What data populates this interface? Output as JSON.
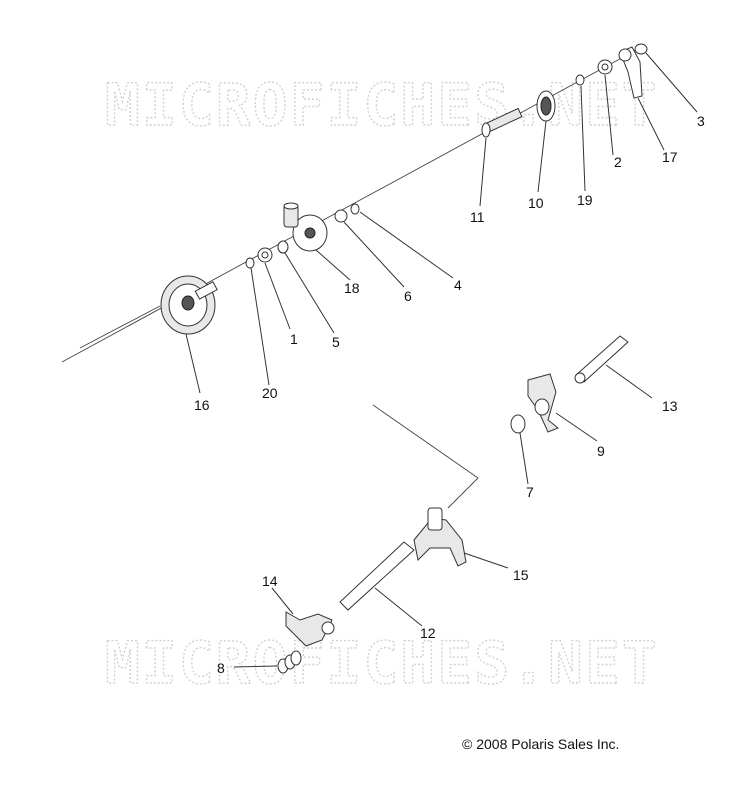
{
  "watermark": "MICROFICHES.NET",
  "copyright": "© 2008 Polaris Sales Inc.",
  "callouts": [
    "1",
    "2",
    "3",
    "4",
    "5",
    "6",
    "7",
    "8",
    "9",
    "10",
    "11",
    "12",
    "13",
    "14",
    "15",
    "16",
    "17",
    "18",
    "19",
    "20"
  ]
}
